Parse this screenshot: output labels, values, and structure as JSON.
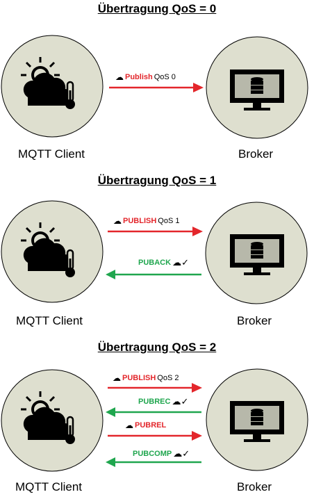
{
  "sections": [
    {
      "title": "Übertragung QoS = 0",
      "client_label": "MQTT Client",
      "broker_label": "Broker",
      "messages": [
        {
          "name": "Publish",
          "suffix": "QoS 0",
          "direction": "to-broker",
          "color": "#e3262b",
          "icon": "cloud-upload-icon"
        }
      ]
    },
    {
      "title": "Übertragung QoS = 1",
      "client_label": "MQTT Client",
      "broker_label": "Broker",
      "messages": [
        {
          "name": "PUBLISH",
          "suffix": "QoS 1",
          "direction": "to-broker",
          "color": "#e3262b",
          "icon": "cloud-upload-icon"
        },
        {
          "name": "PUBACK",
          "suffix": "",
          "direction": "to-client",
          "color": "#1fa64e",
          "icon": "cloud-check-icon"
        }
      ]
    },
    {
      "title": "Übertragung QoS = 2",
      "client_label": "MQTT Client",
      "broker_label": "Broker",
      "messages": [
        {
          "name": "PUBLISH",
          "suffix": "QoS 2",
          "direction": "to-broker",
          "color": "#e3262b",
          "icon": "cloud-upload-icon"
        },
        {
          "name": "PUBREC",
          "suffix": "",
          "direction": "to-client",
          "color": "#1fa64e",
          "icon": "cloud-check-icon"
        },
        {
          "name": "PUBREL",
          "suffix": "",
          "direction": "to-broker",
          "color": "#e3262b",
          "icon": "cloud-upload-icon"
        },
        {
          "name": "PUBCOMP",
          "suffix": "",
          "direction": "to-client",
          "color": "#1fa64e",
          "icon": "cloud-check-icon"
        }
      ]
    }
  ],
  "colors": {
    "circle_fill": "#dedfcf",
    "circle_stroke": "#000000",
    "request": "#e3262b",
    "response": "#1fa64e"
  }
}
